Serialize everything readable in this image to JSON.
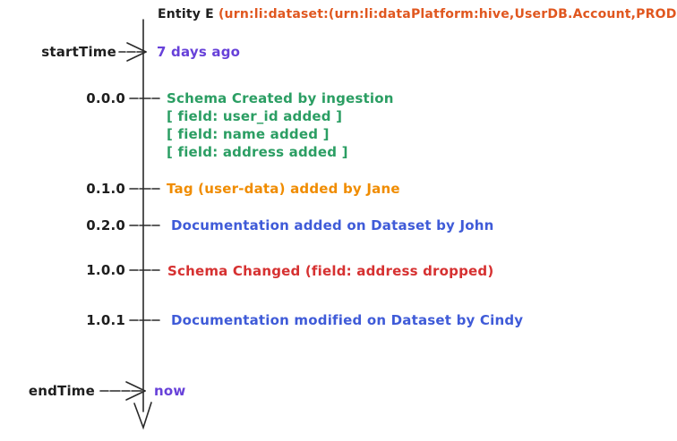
{
  "title": {
    "entity_label": "Entity E ",
    "urn_label": "(urn:li:dataset:(urn:li:dataPlatform:hive,UserDB.Account,PROD)"
  },
  "timeline": {
    "start_label": "startTime",
    "start_value": "7 days ago",
    "end_label": "endTime",
    "end_value": "now"
  },
  "events": [
    {
      "version": "0.0.0",
      "color": "#2b9e63",
      "lines": [
        "Schema Created by ingestion",
        "[ field: user_id added ]",
        "[ field: name added ]",
        "[ field: address added ]"
      ]
    },
    {
      "version": "0.1.0",
      "color": "#f08c00",
      "lines": [
        "Tag (user-data) added by Jane"
      ]
    },
    {
      "version": "0.2.0",
      "color": "#3f5bd8",
      "lines": [
        "Documentation added on Dataset by John"
      ]
    },
    {
      "version": "1.0.0",
      "color": "#d63131",
      "lines": [
        "Schema Changed (field: address dropped)"
      ]
    },
    {
      "version": "1.0.1",
      "color": "#3f5bd8",
      "lines": [
        "Documentation modified on Dataset by Cindy"
      ]
    }
  ],
  "colors": {
    "ink": "#1e1e1e",
    "endpoint_purple": "#6741d9",
    "urn_red": "#e0571f"
  }
}
